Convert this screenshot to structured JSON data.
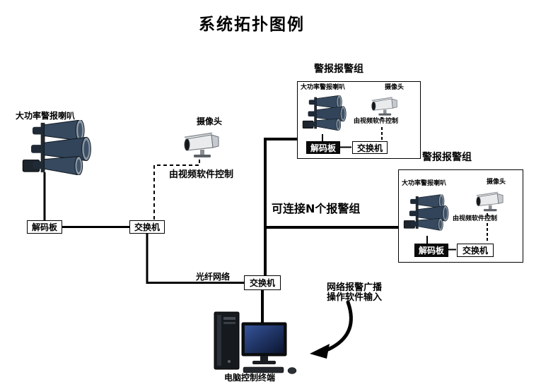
{
  "title": "系统拓扑图例",
  "left_branch": {
    "speaker_label": "大功率警报喇叭",
    "camera_label": "摄像头",
    "video_control_label": "由视频软件控制",
    "decoder_label": "解码板",
    "switch_label": "交换机"
  },
  "trunk": {
    "connect_n_label": "可连接N个报警组",
    "fiber_label": "光纤网络",
    "switch_label": "交换机"
  },
  "groups": [
    {
      "title": "警报报警组",
      "speaker_label": "大功率警报喇叭",
      "camera_label": "摄像头",
      "video_control_label": "由视频软件控制",
      "decoder_label": "解码板",
      "switch_label": "交换机"
    },
    {
      "title": "警报报警组",
      "speaker_label": "大功率警报喇叭",
      "camera_label": "摄像头",
      "video_control_label": "由视频软件控制",
      "decoder_label": "解码板",
      "switch_label": "交换机"
    }
  ],
  "terminal": {
    "annotation_line1": "网络报警广播",
    "annotation_line2": "操作软件输入",
    "label": "电脑控制终端"
  },
  "colors": {
    "line": "#000000",
    "decoder_fill": "#0a0a0a",
    "screen_blue": "#35549a"
  }
}
